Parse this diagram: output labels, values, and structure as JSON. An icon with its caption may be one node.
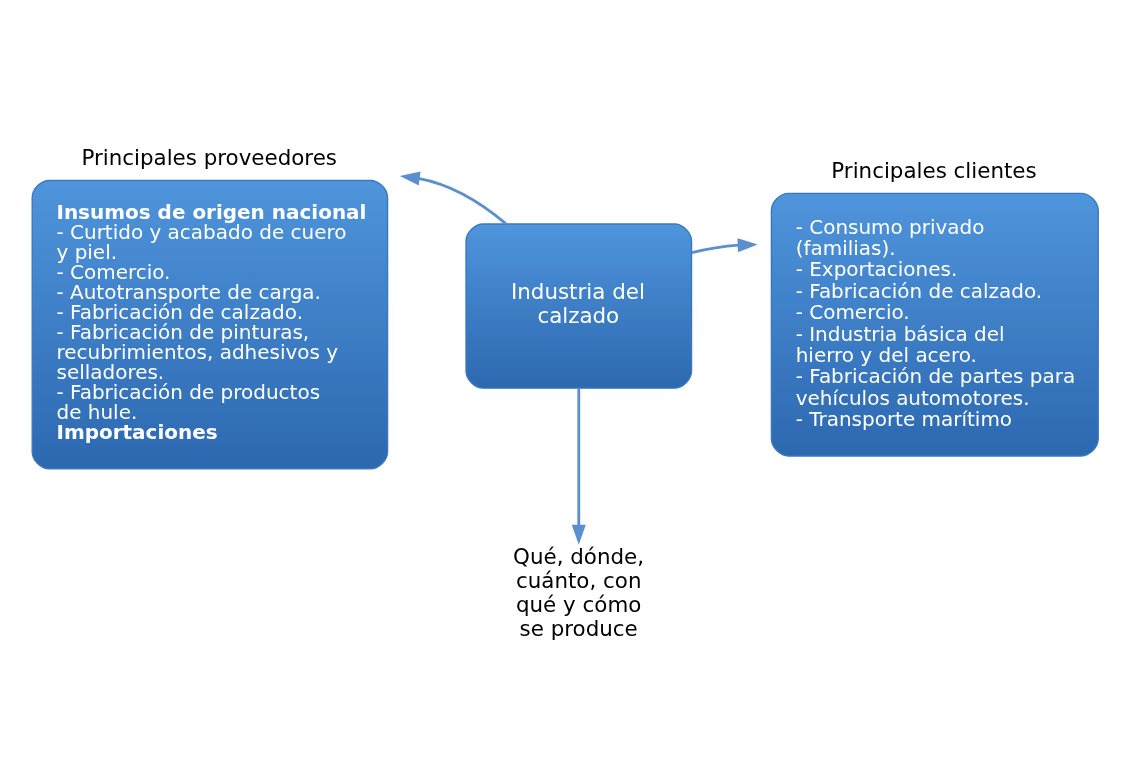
{
  "diagram": {
    "nodes": [
      {
        "text": [
          "Principales proveedores",
          "Insumos de origen nacional",
          "- Curtido y acabado de cuero y piel.",
          "- Comercio.",
          "- Autotransporte de carga.",
          "- Fabricación de calzado.",
          "- Fabricación de pinturas, recubrimientos, adhesivos y selladores.",
          "- Fabricación de productos de hule.",
          "Importaciones"
        ]
      },
      {
        "text": [
          "Industria del calzado"
        ]
      },
      {
        "text": [
          "Principales clientes",
          "- Consumo privado (familias).",
          "- Exportaciones.",
          "- Fabricación de calzado.",
          "- Comercio.",
          "- Industria básica del hierro y del acero.",
          "- Fabricación de partes para vehículos automotores.",
          "- Transporte marítimo"
        ]
      },
      {
        "text": [
          "Qué, dónde, cuánto, con qué y cómo se produce"
        ]
      }
    ],
    "edges": [
      {
        "from": 1,
        "to": 0,
        "arrow": "to"
      },
      {
        "from": 1,
        "to": 2,
        "arrow": "to"
      },
      {
        "from": 1,
        "to": 3,
        "arrow": "to"
      }
    ]
  }
}
